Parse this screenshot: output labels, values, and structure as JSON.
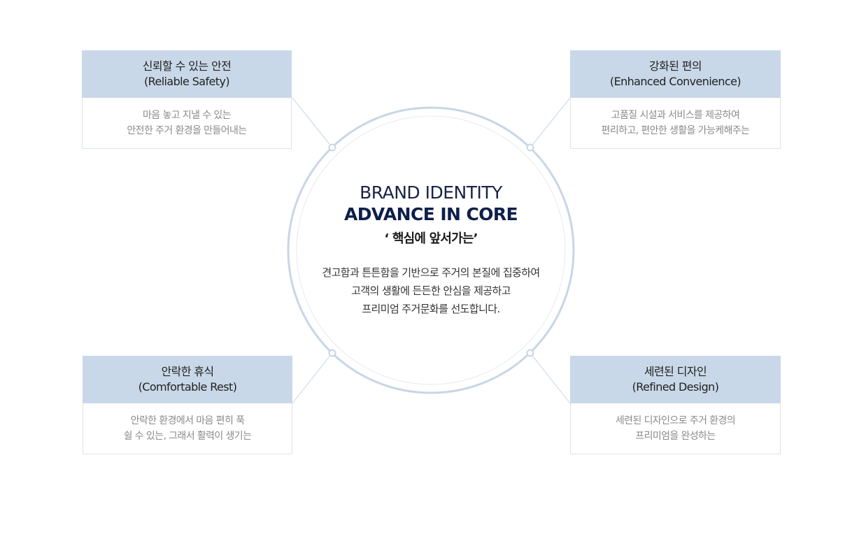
{
  "brand": {
    "title": "BRAND IDENTITY",
    "slogan": "ADVANCE IN CORE",
    "tagline": "‘ 핵심에 앞서가는’",
    "description": [
      "견고함과 튼튼함을 기반으로 주거의 본질에 집중하여",
      "고객의 생활에 든든한 안심을 제공하고",
      "프리미엄 주거문화를 선도합니다."
    ]
  },
  "cards": {
    "top_left": {
      "title_ko": "신뢰할 수 있는 안전",
      "title_en": "(Reliable Safety)",
      "desc": [
        "마음 놓고 지낼 수 있는",
        "안전한 주거 환경을 만들어내는"
      ]
    },
    "top_right": {
      "title_ko": "강화된 편의",
      "title_en": "(Enhanced Convenience)",
      "desc": [
        "고품질 시설과 서비스를 제공하여",
        "편리하고, 편안한 생활을 가능케해주는"
      ]
    },
    "bottom_left": {
      "title_ko": "안락한 휴식",
      "title_en": "(Comfortable Rest)",
      "desc": [
        "안락한 환경에서 마음 편히 푹",
        "쉴 수 있는, 그래서 활력이 생기는"
      ]
    },
    "bottom_right": {
      "title_ko": "세련된 디자인",
      "title_en": "(Refined Design)",
      "desc": [
        "세련된 디자인으로 주거 환경의",
        "프리미엄을 완성하는"
      ]
    }
  },
  "colors": {
    "card_header_bg": "#c9d8e8",
    "circle_stroke": "#c8d6e6",
    "brand_navy": "#0f1f4a"
  }
}
